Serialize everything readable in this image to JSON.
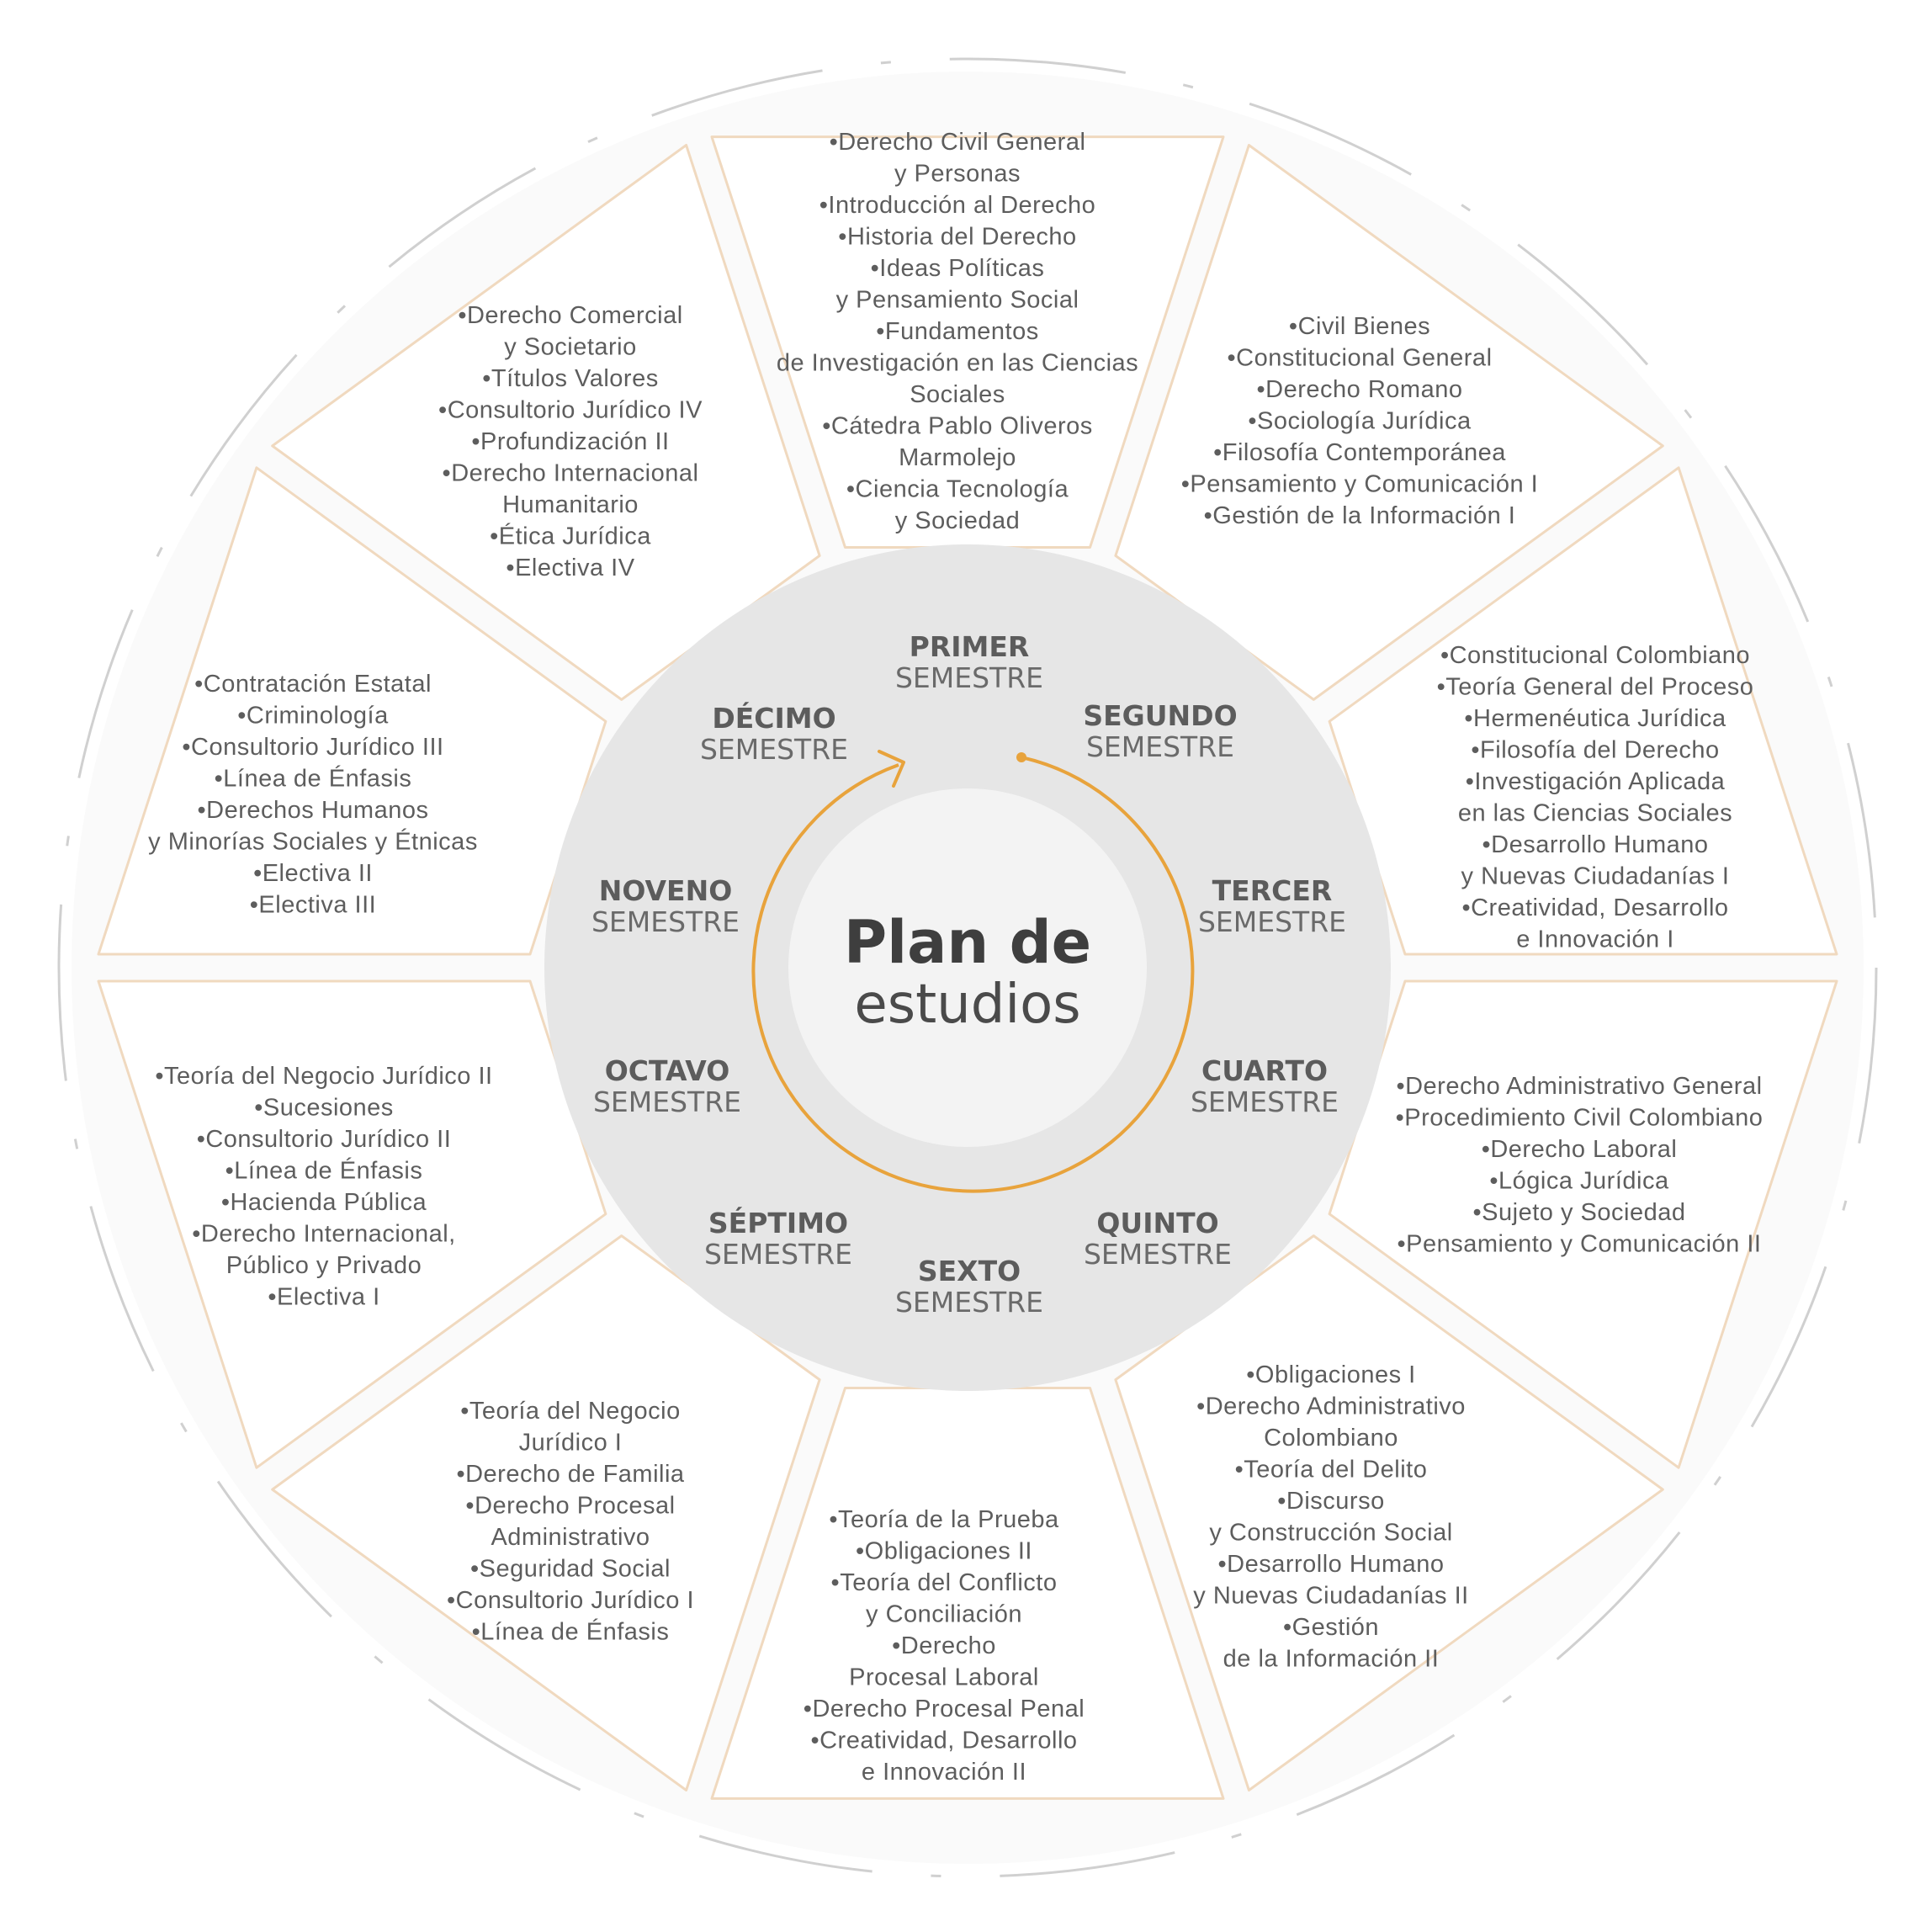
{
  "title": {
    "line1": "Plan de",
    "line2": "estudios"
  },
  "colors": {
    "accent": "#e8a33c",
    "panel_border": "#f0d9bf",
    "hub": "#e6e6e6",
    "center": "#f3f3f3",
    "dash": "#d0d0d0"
  },
  "semesters": [
    {
      "name": "PRIMER",
      "label": "SEMESTRE",
      "courses": [
        "•Derecho Civil General",
        "y Personas",
        "•Introducción al Derecho",
        "•Historia del Derecho",
        "•Ideas Políticas",
        "y Pensamiento Social",
        "•Fundamentos",
        "de Investigación en las Ciencias",
        "Sociales",
        "•Cátedra Pablo Oliveros",
        "Marmolejo",
        "•Ciencia Tecnología",
        "y Sociedad"
      ]
    },
    {
      "name": "SEGUNDO",
      "label": "SEMESTRE",
      "courses": [
        "•Civil Bienes",
        "•Constitucional General",
        "•Derecho Romano",
        "•Sociología Jurídica",
        "•Filosofía Contemporánea",
        "•Pensamiento y Comunicación I",
        "•Gestión de la Información I"
      ]
    },
    {
      "name": "TERCER",
      "label": "SEMESTRE",
      "courses": [
        "•Constitucional Colombiano",
        "•Teoría General del Proceso",
        "•Hermenéutica Jurídica",
        "•Filosofía del Derecho",
        "•Investigación Aplicada",
        "en las Ciencias Sociales",
        "•Desarrollo Humano",
        "y Nuevas Ciudadanías I",
        "•Creatividad, Desarrollo",
        "e Innovación I"
      ]
    },
    {
      "name": "CUARTO",
      "label": "SEMESTRE",
      "courses": [
        "•Derecho Administrativo General",
        "•Procedimiento Civil Colombiano",
        "•Derecho Laboral",
        "•Lógica Jurídica",
        "•Sujeto y Sociedad",
        "•Pensamiento y Comunicación II"
      ]
    },
    {
      "name": "QUINTO",
      "label": "SEMESTRE",
      "courses": [
        "•Obligaciones I",
        "•Derecho Administrativo",
        "Colombiano",
        "•Teoría del Delito",
        "•Discurso",
        "y Construcción Social",
        "•Desarrollo Humano",
        "y Nuevas Ciudadanías II",
        "•Gestión",
        "de la Información II"
      ]
    },
    {
      "name": "SEXTO",
      "label": "SEMESTRE",
      "courses": [
        "•Teoría de la Prueba",
        "•Obligaciones II",
        "•Teoría del Conflicto",
        "y Conciliación",
        "•Derecho",
        "Procesal Laboral",
        "•Derecho Procesal Penal",
        "•Creatividad, Desarrollo",
        "e Innovación II"
      ]
    },
    {
      "name": "SÉPTIMO",
      "label": "SEMESTRE",
      "courses": [
        "•Teoría del Negocio",
        "Jurídico I",
        "•Derecho de Familia",
        "•Derecho Procesal",
        "Administrativo",
        "•Seguridad Social",
        "•Consultorio Jurídico I",
        "•Línea de Énfasis"
      ]
    },
    {
      "name": "OCTAVO",
      "label": "SEMESTRE",
      "courses": [
        "•Teoría del Negocio Jurídico II",
        "•Sucesiones",
        "•Consultorio Jurídico II",
        "•Línea de Énfasis",
        "•Hacienda Pública",
        "•Derecho Internacional,",
        "Público y Privado",
        "•Electiva I"
      ]
    },
    {
      "name": "NOVENO",
      "label": "SEMESTRE",
      "courses": [
        "•Contratación Estatal",
        "•Criminología",
        "•Consultorio Jurídico III",
        "•Línea de Énfasis",
        "•Derechos Humanos",
        "y Minorías Sociales y Étnicas",
        "•Electiva II",
        "•Electiva III"
      ]
    },
    {
      "name": "DÉCIMO",
      "label": "SEMESTRE",
      "courses": [
        "•Derecho Comercial",
        "y Societario",
        "•Títulos Valores",
        "•Consultorio Jurídico IV",
        "•Profundización II",
        "•Derecho Internacional",
        "Humanitario",
        "•Ética Jurídica",
        "•Electiva IV"
      ]
    }
  ]
}
